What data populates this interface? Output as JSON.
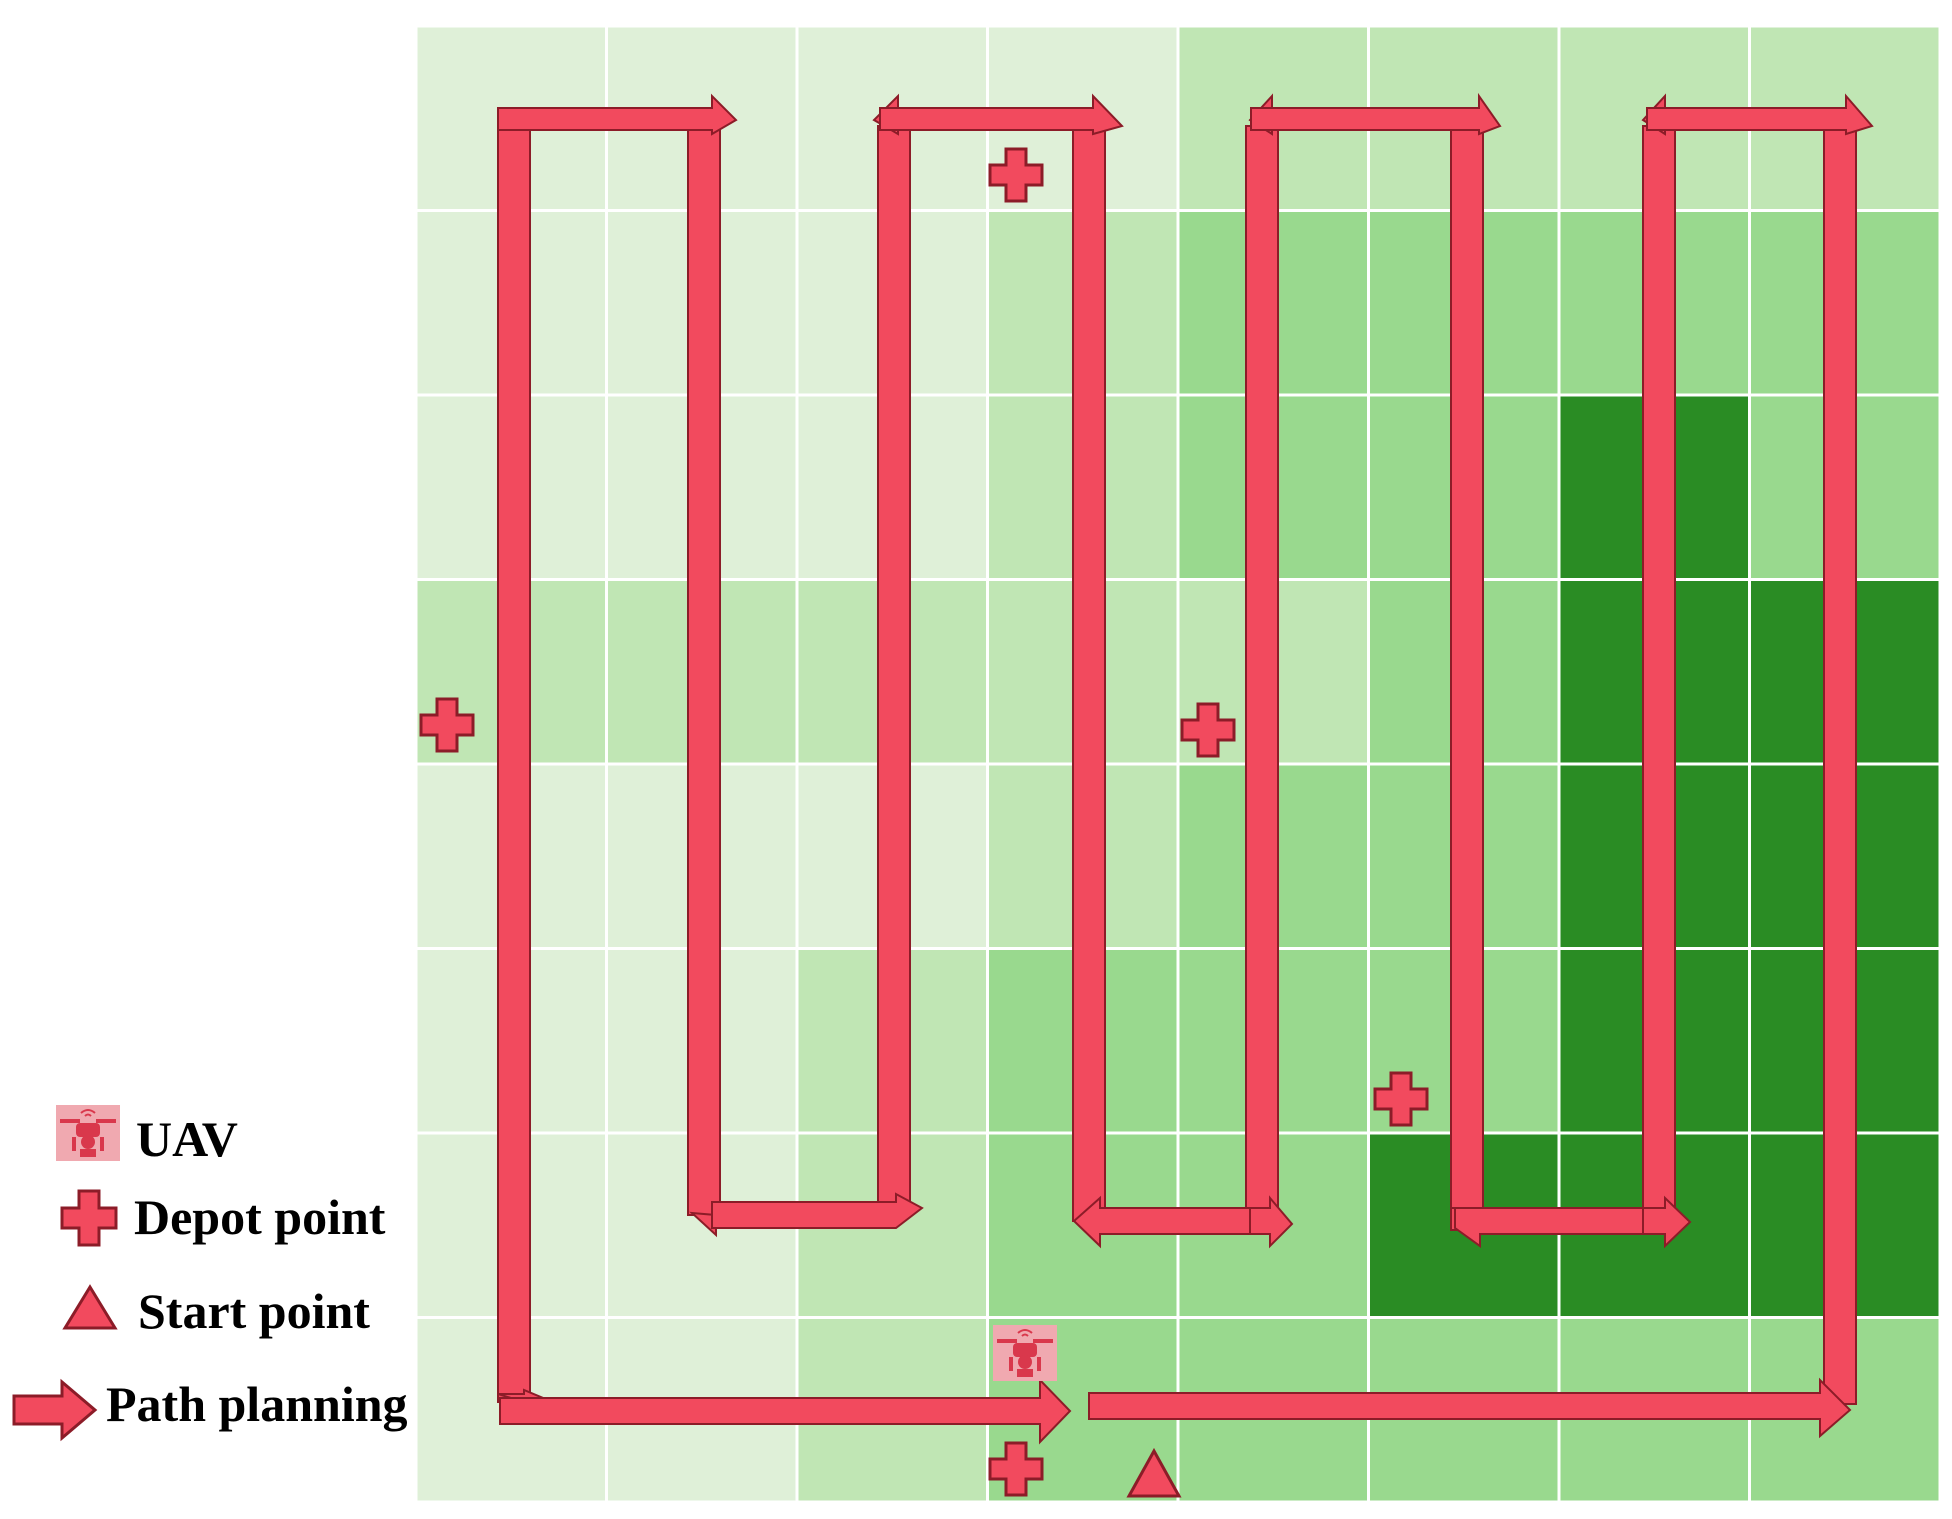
{
  "colors": {
    "level0": "#dff0d8",
    "level1": "#c0e6b4",
    "level2": "#99d98e",
    "level3": "#2a8c24",
    "grid_line": "#ffffff",
    "path_fill": "#f24a5e",
    "path_stroke": "#8c1c28",
    "marker_fill": "#f24a5e",
    "marker_stroke": "#8c1c28"
  },
  "grid": {
    "rows": 8,
    "cols": 8,
    "cell_levels": [
      [
        0,
        0,
        0,
        0,
        1,
        1,
        1,
        1
      ],
      [
        0,
        0,
        0,
        1,
        2,
        2,
        2,
        2
      ],
      [
        0,
        0,
        0,
        1,
        2,
        2,
        3,
        2
      ],
      [
        1,
        1,
        1,
        1,
        1,
        2,
        3,
        3
      ],
      [
        0,
        0,
        0,
        1,
        2,
        2,
        3,
        3
      ],
      [
        0,
        0,
        1,
        2,
        2,
        2,
        3,
        3
      ],
      [
        0,
        0,
        1,
        2,
        2,
        3,
        3,
        3
      ],
      [
        0,
        0,
        1,
        2,
        2,
        2,
        2,
        2
      ]
    ]
  },
  "legend": {
    "uav_label": "UAV",
    "depot_label": "Depot point",
    "start_label": "Start point",
    "path_label": "Path planning"
  }
}
